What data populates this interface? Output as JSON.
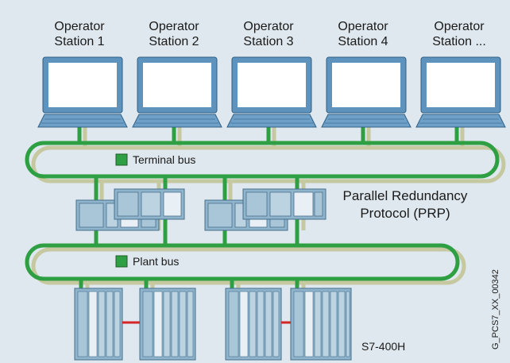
{
  "stations": [
    {
      "line1": "Operator",
      "line2": "Station 1"
    },
    {
      "line1": "Operator",
      "line2": "Station 2"
    },
    {
      "line1": "Operator",
      "line2": "Station 3"
    },
    {
      "line1": "Operator",
      "line2": "Station 4"
    },
    {
      "line1": "Operator",
      "line2": "Station ..."
    }
  ],
  "terminal_bus": {
    "label": "Terminal bus"
  },
  "plant_bus": {
    "label": "Plant bus"
  },
  "prp": {
    "line1": "Parallel Redundancy",
    "line2": "Protocol (PRP)"
  },
  "controller": {
    "label": "S7-400H"
  },
  "watermark": "G_PCS7_XX_00342",
  "colors": {
    "bus": "#2ea043",
    "secondary_bus": "#c6c8a0",
    "background": "#dfe8ee",
    "monitor": "#5d93bd",
    "screen": "#ffffff",
    "hardware": "#8fb4cc",
    "sync_link": "#d32626"
  }
}
